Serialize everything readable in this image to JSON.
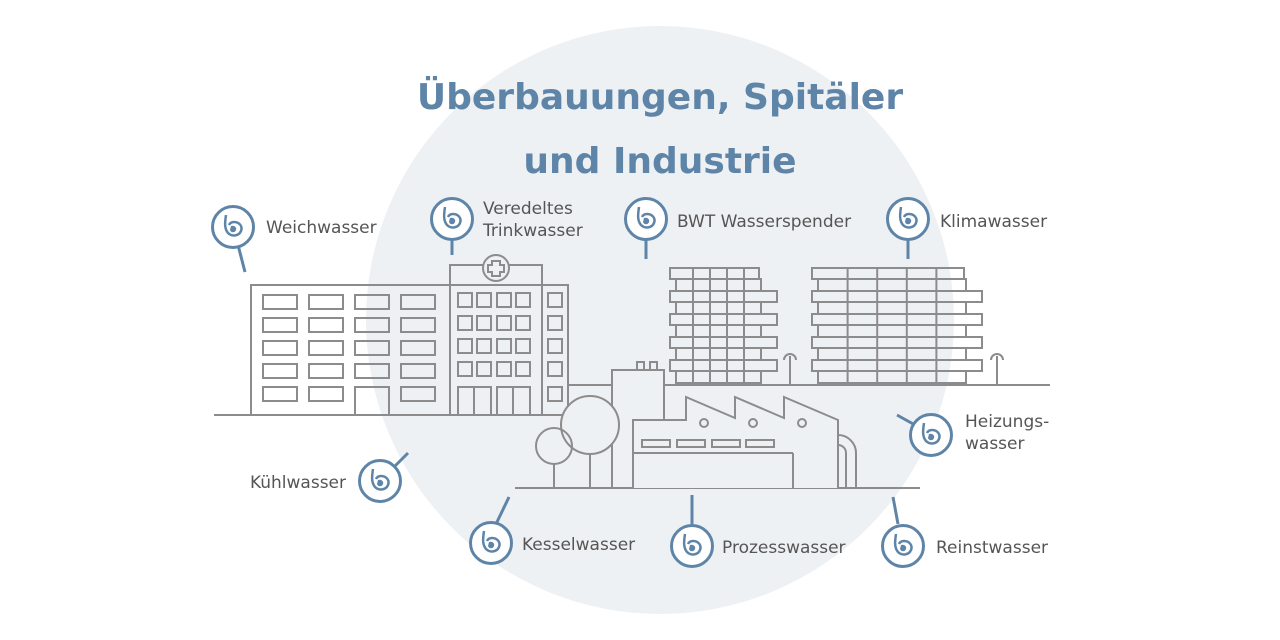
{
  "title": {
    "line1": "Überbauungen, Spitäler",
    "line2": "und Industrie"
  },
  "colors": {
    "accent": "#5e85a8",
    "circle": "#eef1f4",
    "lines": "#8c8c8c",
    "text": "#555555"
  },
  "markers": [
    {
      "label": "Weichwasser",
      "icon": "bwt-drop-icon"
    },
    {
      "label": "Veredeltes",
      "label2": "Trinkwasser",
      "icon": "bwt-drop-icon"
    },
    {
      "label": "BWT Wasserspender",
      "icon": "bwt-drop-icon"
    },
    {
      "label": "Klimawasser",
      "icon": "bwt-drop-icon"
    },
    {
      "label": "Kühlwasser",
      "icon": "bwt-drop-icon"
    },
    {
      "label": "Heizungs-",
      "label2": "wasser",
      "icon": "bwt-drop-icon"
    },
    {
      "label": "Kesselwasser",
      "icon": "bwt-drop-icon"
    },
    {
      "label": "Prozesswasser",
      "icon": "bwt-drop-icon"
    },
    {
      "label": "Reinstwasser",
      "icon": "bwt-drop-icon"
    }
  ]
}
